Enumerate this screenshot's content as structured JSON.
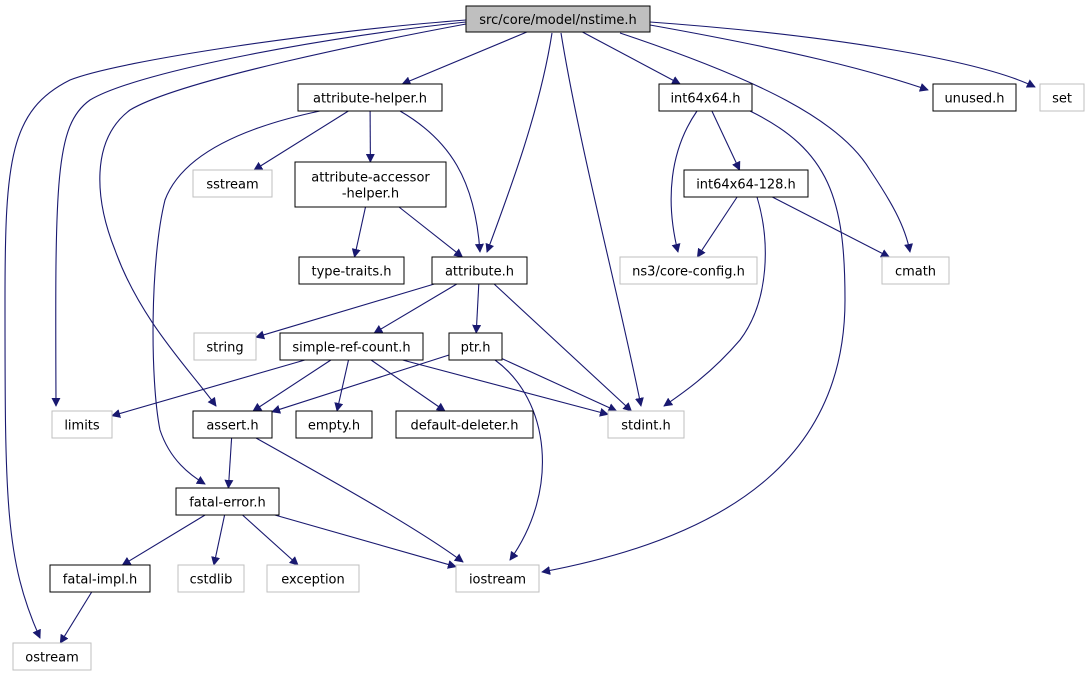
{
  "diagram": {
    "title": "src/core/model/nstime.h",
    "nodes": [
      {
        "id": "nstime",
        "label": "src/core/model/nstime.h",
        "style": "root"
      },
      {
        "id": "attribute_helper",
        "label": "attribute-helper.h",
        "style": "local"
      },
      {
        "id": "int64x64",
        "label": "int64x64.h",
        "style": "local"
      },
      {
        "id": "unused",
        "label": "unused.h",
        "style": "local"
      },
      {
        "id": "set",
        "label": "set",
        "style": "system"
      },
      {
        "id": "sstream",
        "label": "sstream",
        "style": "system"
      },
      {
        "id": "attribute_accessor_helper",
        "label": "attribute-accessor\n-helper.h",
        "style": "local"
      },
      {
        "id": "int64x64_128",
        "label": "int64x64-128.h",
        "style": "local"
      },
      {
        "id": "type_traits",
        "label": "type-traits.h",
        "style": "local"
      },
      {
        "id": "attribute",
        "label": "attribute.h",
        "style": "local"
      },
      {
        "id": "ns3_core_config",
        "label": "ns3/core-config.h",
        "style": "system"
      },
      {
        "id": "cmath",
        "label": "cmath",
        "style": "system"
      },
      {
        "id": "string",
        "label": "string",
        "style": "system"
      },
      {
        "id": "simple_ref_count",
        "label": "simple-ref-count.h",
        "style": "local"
      },
      {
        "id": "ptr",
        "label": "ptr.h",
        "style": "local"
      },
      {
        "id": "limits",
        "label": "limits",
        "style": "system"
      },
      {
        "id": "assert",
        "label": "assert.h",
        "style": "local"
      },
      {
        "id": "empty",
        "label": "empty.h",
        "style": "local"
      },
      {
        "id": "default_deleter",
        "label": "default-deleter.h",
        "style": "local"
      },
      {
        "id": "stdint",
        "label": "stdint.h",
        "style": "system"
      },
      {
        "id": "fatal_error",
        "label": "fatal-error.h",
        "style": "local"
      },
      {
        "id": "fatal_impl",
        "label": "fatal-impl.h",
        "style": "local"
      },
      {
        "id": "cstdlib",
        "label": "cstdlib",
        "style": "system"
      },
      {
        "id": "exception",
        "label": "exception",
        "style": "system"
      },
      {
        "id": "iostream",
        "label": "iostream",
        "style": "system"
      },
      {
        "id": "ostream",
        "label": "ostream",
        "style": "system"
      }
    ],
    "edges": [
      [
        "nstime",
        "attribute_helper"
      ],
      [
        "nstime",
        "int64x64"
      ],
      [
        "nstime",
        "unused"
      ],
      [
        "nstime",
        "set"
      ],
      [
        "nstime",
        "attribute"
      ],
      [
        "nstime",
        "stdint"
      ],
      [
        "nstime",
        "cmath"
      ],
      [
        "nstime",
        "limits"
      ],
      [
        "nstime",
        "assert"
      ],
      [
        "nstime",
        "ostream"
      ],
      [
        "attribute_helper",
        "sstream"
      ],
      [
        "attribute_helper",
        "attribute_accessor_helper"
      ],
      [
        "attribute_helper",
        "attribute"
      ],
      [
        "attribute_helper",
        "fatal_error"
      ],
      [
        "attribute_accessor_helper",
        "type_traits"
      ],
      [
        "attribute_accessor_helper",
        "attribute"
      ],
      [
        "int64x64",
        "int64x64_128"
      ],
      [
        "int64x64",
        "ns3_core_config"
      ],
      [
        "int64x64",
        "iostream"
      ],
      [
        "int64x64_128",
        "ns3_core_config"
      ],
      [
        "int64x64_128",
        "cmath"
      ],
      [
        "int64x64_128",
        "stdint"
      ],
      [
        "attribute",
        "string"
      ],
      [
        "attribute",
        "simple_ref_count"
      ],
      [
        "attribute",
        "ptr"
      ],
      [
        "attribute",
        "stdint"
      ],
      [
        "simple_ref_count",
        "limits"
      ],
      [
        "simple_ref_count",
        "assert"
      ],
      [
        "simple_ref_count",
        "empty"
      ],
      [
        "simple_ref_count",
        "default_deleter"
      ],
      [
        "simple_ref_count",
        "stdint"
      ],
      [
        "ptr",
        "assert"
      ],
      [
        "ptr",
        "stdint"
      ],
      [
        "ptr",
        "iostream"
      ],
      [
        "assert",
        "fatal_error"
      ],
      [
        "assert",
        "iostream"
      ],
      [
        "fatal_error",
        "fatal_impl"
      ],
      [
        "fatal_error",
        "cstdlib"
      ],
      [
        "fatal_error",
        "exception"
      ],
      [
        "fatal_error",
        "iostream"
      ],
      [
        "fatal_impl",
        "ostream"
      ]
    ],
    "colors": {
      "edge": "#191970",
      "root_fill": "#bfbfbf",
      "local_border": "#000000",
      "system_border": "#bfbfbf",
      "text": "#000000"
    }
  }
}
